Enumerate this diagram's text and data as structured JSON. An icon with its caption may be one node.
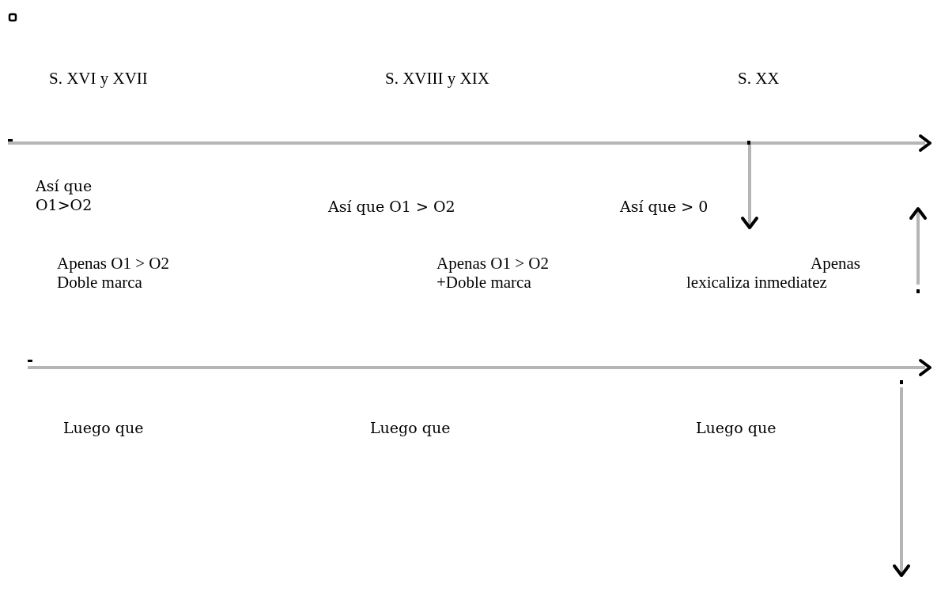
{
  "diagram": {
    "labels": [
      "S. XVI y XVII",
      "S. XVIII y XIX",
      "S. XX",
      "Así que O1>O2",
      "Así que O1 > O2",
      "Así que > 0",
      "Apenas O1 > O2",
      "Apenas O1 > O2",
      "Apenas",
      "Doble marca",
      "+Doble marca",
      "lexicaliza inmediatez",
      "Luego que",
      "Luego que",
      "Luego que"
    ]
  }
}
